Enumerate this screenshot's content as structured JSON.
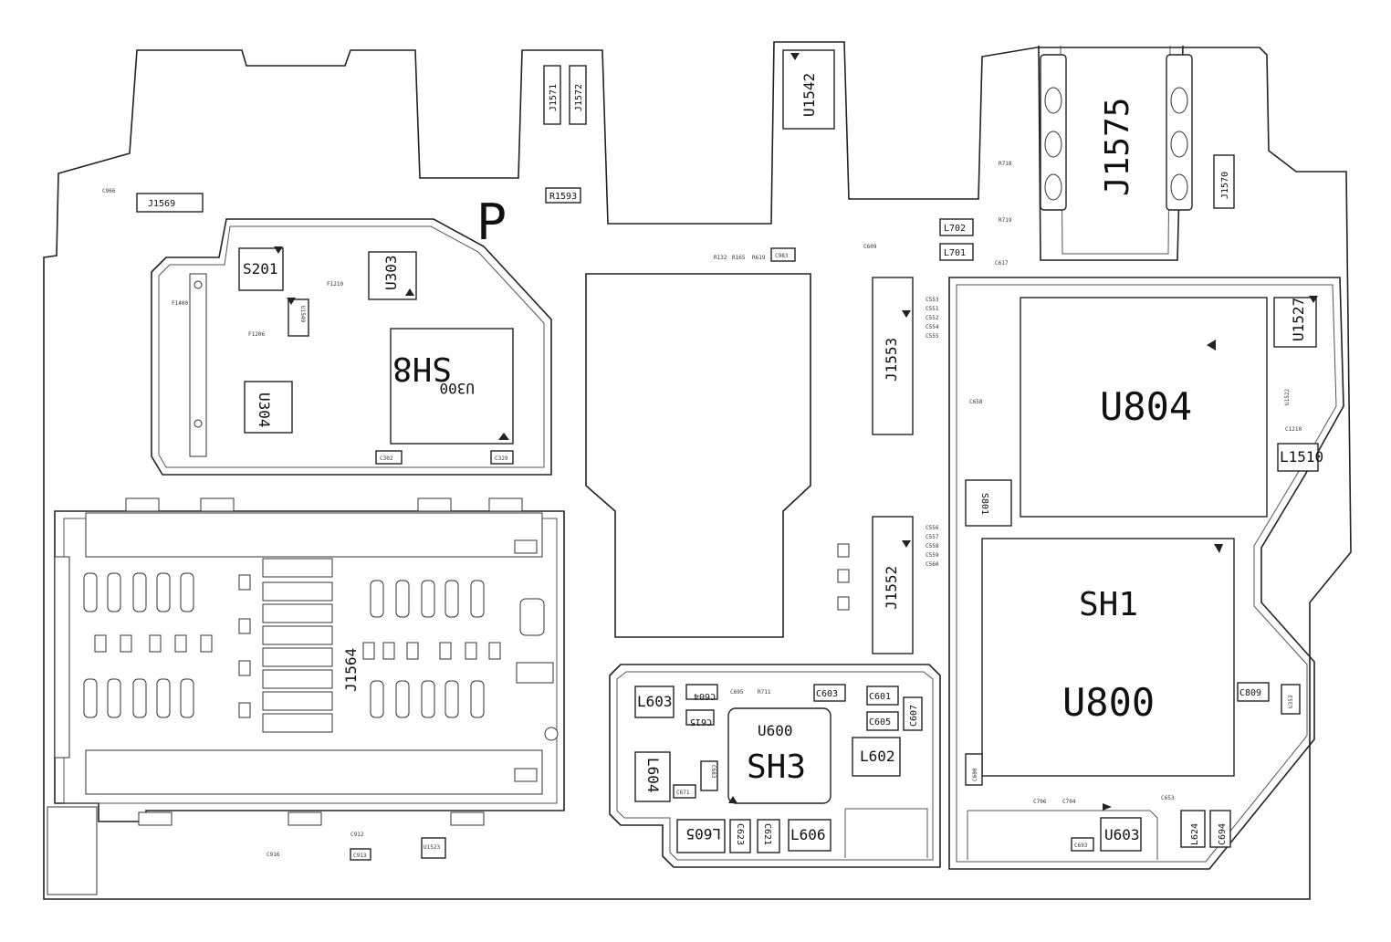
{
  "board_marker": "P",
  "shields": {
    "sh8": "SH8",
    "sh3": "SH3",
    "sh1": "SH1"
  },
  "chips": {
    "u804": "U804",
    "u800": "U800",
    "u600": "U600",
    "u300": "U300",
    "u303": "U303",
    "u304": "U304",
    "u603": "U603",
    "u1542": "U1542",
    "u1527": "U1527",
    "u1522": "U1522",
    "u1523": "U1523",
    "u1549": "U1549",
    "u353": "U353",
    "s201": "S201",
    "s801": "S801"
  },
  "connectors": {
    "j1575": "J1575",
    "j1569": "J1569",
    "j1564": "J1564",
    "j1553": "J1553",
    "j1552": "J1552",
    "j1570": "J1570",
    "j1571": "J1571",
    "j1572": "J1572"
  },
  "inductors": {
    "l603": "L603",
    "l604": "L604",
    "l605": "L605",
    "l606": "L606",
    "l602": "L602",
    "l624": "L624",
    "l1510": "L1510",
    "l701": "L701",
    "l702": "L702"
  },
  "capacitors": {
    "c966": "C966",
    "c983": "C983",
    "c302": "C302",
    "c329": "C329",
    "c603": "C603",
    "c601": "C601",
    "c605": "C605",
    "c607": "C607",
    "c604": "C604",
    "c615": "C615",
    "c683": "C683",
    "c671": "C671",
    "c623": "C623",
    "c621": "C621",
    "c600": "C600",
    "c809": "C809",
    "c694": "C694",
    "c693": "C693",
    "c706": "C706",
    "c704": "C704",
    "c653": "C653",
    "c913": "C913",
    "c916": "C916",
    "c912": "C912",
    "c1210": "C1210",
    "c617": "C617",
    "c609": "C609",
    "c658": "C658",
    "c695": "C695"
  },
  "resistors": {
    "r1593": "R1593",
    "r132": "R132",
    "r165": "R165",
    "r619": "R619",
    "r718": "R718",
    "r719": "R719",
    "r711": "R711"
  },
  "ferrites": {
    "f1210": "F1210",
    "f1206": "F1206",
    "f1400": "F1400"
  },
  "small_caps_col": [
    "C553",
    "C551",
    "C552",
    "C554",
    "C555",
    "C556",
    "C557",
    "C558",
    "C559",
    "C560"
  ]
}
